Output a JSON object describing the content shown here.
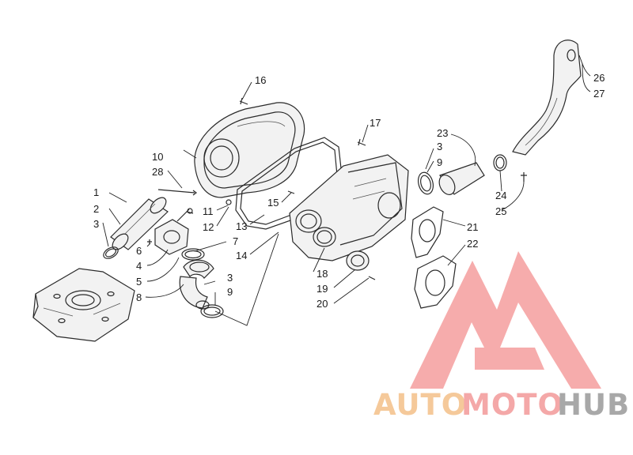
{
  "callouts": [
    {
      "id": "c1",
      "text": "1"
    },
    {
      "id": "c2",
      "text": "2"
    },
    {
      "id": "c3a",
      "text": "3"
    },
    {
      "id": "c3b",
      "text": "3"
    },
    {
      "id": "c3c",
      "text": "3"
    },
    {
      "id": "c4",
      "text": "4"
    },
    {
      "id": "c5",
      "text": "5"
    },
    {
      "id": "c6",
      "text": "6"
    },
    {
      "id": "c7",
      "text": "7"
    },
    {
      "id": "c8",
      "text": "8"
    },
    {
      "id": "c9a",
      "text": "9"
    },
    {
      "id": "c9b",
      "text": "9"
    },
    {
      "id": "c10",
      "text": "10"
    },
    {
      "id": "c11",
      "text": "11"
    },
    {
      "id": "c12",
      "text": "12"
    },
    {
      "id": "c13",
      "text": "13"
    },
    {
      "id": "c14",
      "text": "14"
    },
    {
      "id": "c15",
      "text": "15"
    },
    {
      "id": "c16",
      "text": "16"
    },
    {
      "id": "c17",
      "text": "17"
    },
    {
      "id": "c18",
      "text": "18"
    },
    {
      "id": "c19",
      "text": "19"
    },
    {
      "id": "c20",
      "text": "20"
    },
    {
      "id": "c21",
      "text": "21"
    },
    {
      "id": "c22",
      "text": "22"
    },
    {
      "id": "c23",
      "text": "23"
    },
    {
      "id": "c24",
      "text": "24"
    },
    {
      "id": "c25",
      "text": "25"
    },
    {
      "id": "c26",
      "text": "26"
    },
    {
      "id": "c27",
      "text": "27"
    }
  ],
  "watermark": {
    "part1": "AUTO",
    "part2": "MOTO",
    "part3": "HUB",
    "color_auto": "#f5c99a",
    "color_moto": "#f4a8a8",
    "color_hub": "#a8a8a8",
    "logo_color": "#f5a3a3"
  }
}
